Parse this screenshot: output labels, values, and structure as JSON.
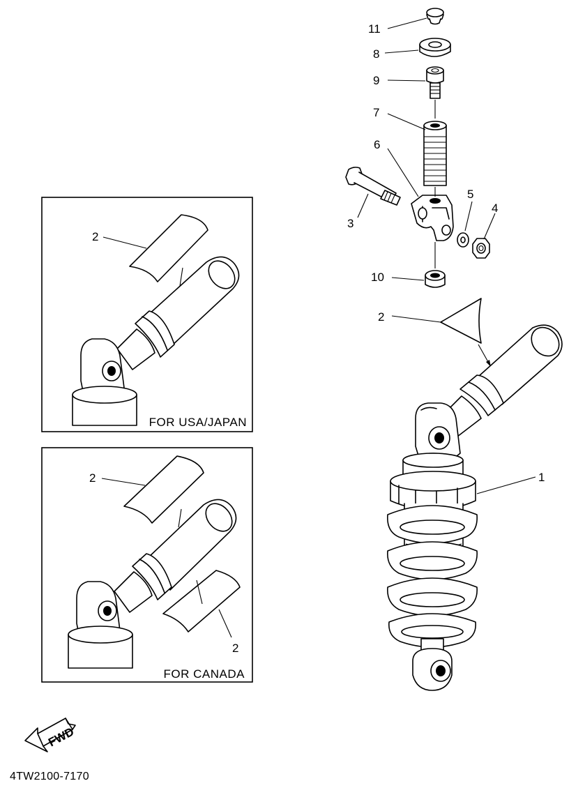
{
  "callouts": {
    "c1": "1",
    "c2_main": "2",
    "c3": "3",
    "c4": "4",
    "c5": "5",
    "c6": "6",
    "c7": "7",
    "c8": "8",
    "c9": "9",
    "c10": "10",
    "c11": "11",
    "c2_usa": "2",
    "c2_canada_top": "2",
    "c2_canada_bottom": "2"
  },
  "insets": {
    "usa_japan": {
      "caption": "FOR USA/JAPAN"
    },
    "canada": {
      "caption": "FOR CANADA"
    }
  },
  "fwd_badge": "FWD",
  "document_code": "4TW2100-7170",
  "icons": {
    "fwd_arrow": "fwd-arrow-icon"
  }
}
